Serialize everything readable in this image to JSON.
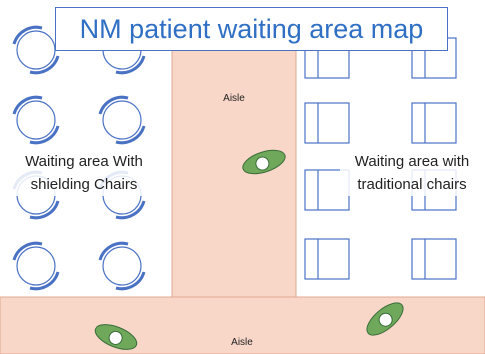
{
  "title": "NM patient waiting area map",
  "aisle_vertical_label": "Aisle",
  "aisle_horizontal_label": "Aisle",
  "left_area": {
    "label_line1": "Waiting area With",
    "label_line2": "shielding Chairs",
    "chair_type": "shielding-chair",
    "rows": 4,
    "columns": 2
  },
  "right_area": {
    "label_line1": "Waiting area with",
    "label_line2": "traditional chairs",
    "chair_type": "traditional-chair",
    "rows": 4,
    "columns": 2
  },
  "aisle_markers": {
    "icon": "green-ellipse-marker-icon",
    "count": 3
  },
  "colors": {
    "title_text": "#2f6fc4",
    "title_border": "#4a72c4",
    "aisle_fill": "#f8d7c8",
    "aisle_border": "#e0a890",
    "chair_stroke": "#4a72c4",
    "marker_fill": "#6fa85a",
    "marker_stroke": "#3a6d3a"
  }
}
